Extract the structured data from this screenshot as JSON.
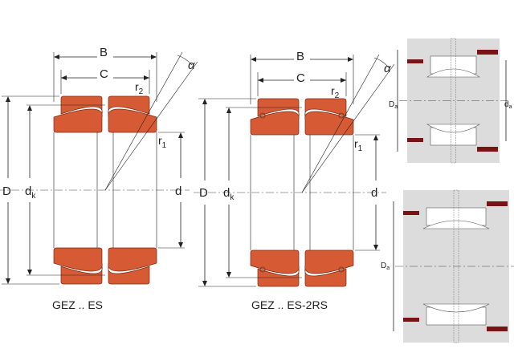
{
  "colors": {
    "ring": "#d65a34",
    "ring_stroke": "#7a2a14",
    "housing": "#dcdcdc",
    "seal": "#7a1414"
  },
  "left_bearing": {
    "caption": "GEZ .. ES",
    "labels": {
      "B": "B",
      "C": "C",
      "D": "D",
      "dk": "d",
      "dk_sub": "k",
      "d": "d",
      "r1": "r",
      "r1_sub": "1",
      "r2": "r",
      "r2_sub": "2",
      "alpha": "α"
    }
  },
  "right_bearing": {
    "caption": "GEZ .. ES-2RS",
    "labels": {
      "B": "B",
      "C": "C",
      "D": "D",
      "dk": "d",
      "dk_sub": "k",
      "d": "d",
      "r1": "r",
      "r1_sub": "1",
      "r2": "r",
      "r2_sub": "2",
      "alpha": "α"
    }
  },
  "mounting_top": {
    "Da": "D",
    "Da_sub": "a",
    "da": "d",
    "da_sub": "a"
  },
  "mounting_bottom": {
    "Da": "D",
    "Da_sub": "a"
  }
}
